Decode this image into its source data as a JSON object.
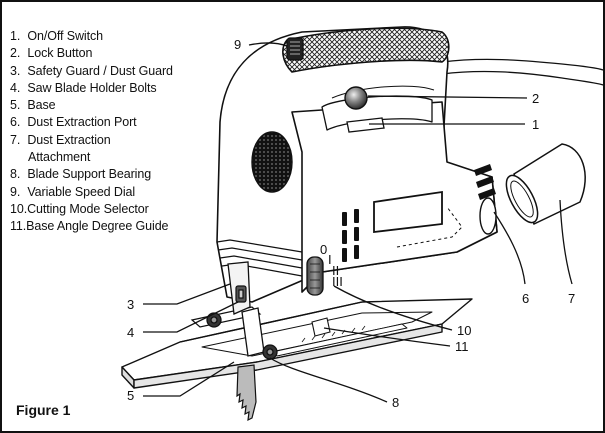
{
  "figure_caption": "Figure 1",
  "legend": [
    {
      "number": "1.",
      "label": "On/Off Switch"
    },
    {
      "number": "2.",
      "label": "Lock Button"
    },
    {
      "number": "3.",
      "label": "Safety Guard / Dust Guard"
    },
    {
      "number": "4.",
      "label": "Saw Blade Holder Bolts"
    },
    {
      "number": "5.",
      "label": "Base"
    },
    {
      "number": "6.",
      "label": "Dust Extraction Port"
    },
    {
      "number": "7.",
      "label": "Dust Extraction",
      "label_line2": "Attachment"
    },
    {
      "number": "8.",
      "label": "Blade Support Bearing"
    },
    {
      "number": "9.",
      "label": "Variable Speed Dial"
    },
    {
      "number": "10.",
      "label": "Cutting Mode Selector"
    },
    {
      "number": "11.",
      "label": "Base Angle Degree Guide"
    }
  ],
  "callouts": [
    "1",
    "2",
    "3",
    "4",
    "5",
    "6",
    "7",
    "8",
    "9",
    "10",
    "11"
  ],
  "dial_marks": [
    "0",
    "I",
    "II",
    "III"
  ]
}
